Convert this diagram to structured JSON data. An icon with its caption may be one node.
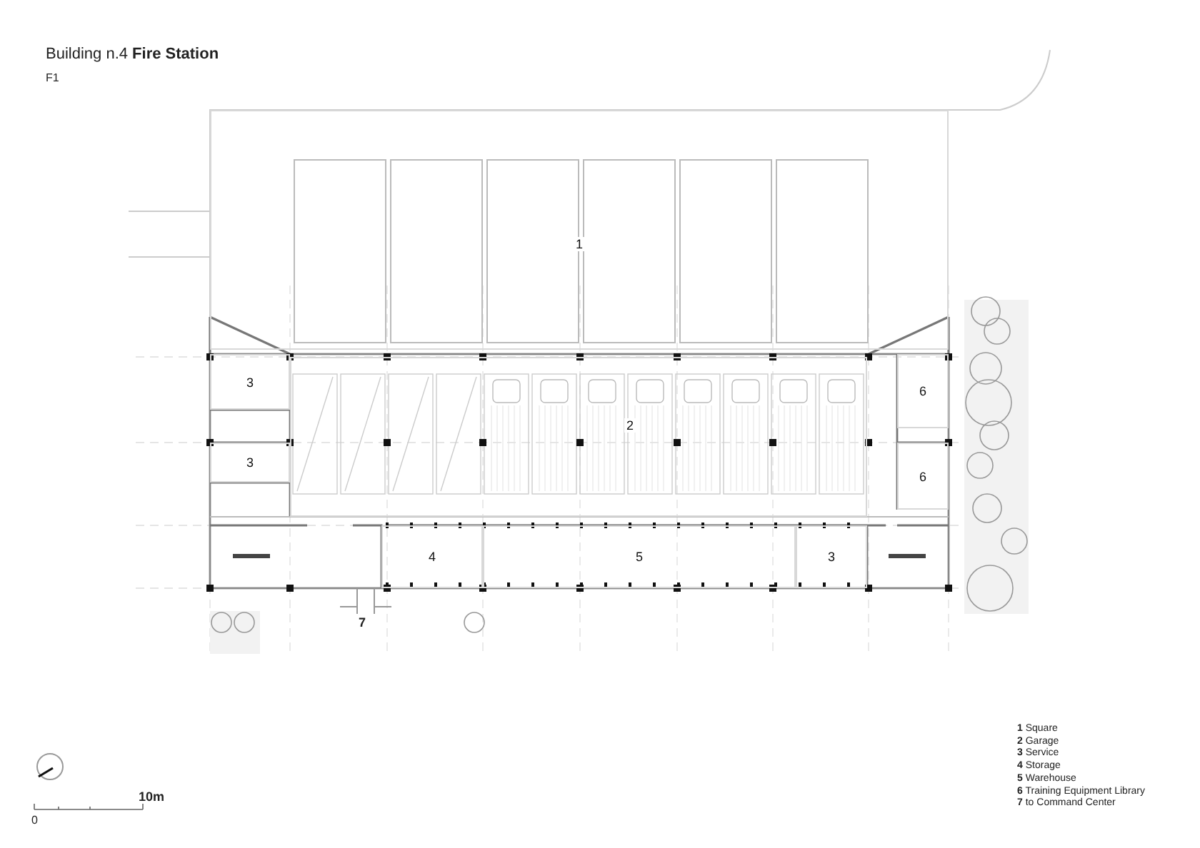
{
  "diagram": {
    "title": "Building n.4 **Fire Station**",
    "nodes": [
      {
        "text": [
          "1"
        ]
      },
      {
        "text": [
          "3"
        ]
      },
      {
        "text": [
          "6"
        ]
      },
      {
        "text": [
          "2"
        ]
      },
      {
        "text": [
          "3"
        ]
      },
      {
        "text": [
          "6"
        ]
      },
      {
        "text": [
          "4"
        ]
      },
      {
        "text": [
          "5"
        ]
      },
      {
        "text": [
          "3"
        ]
      }
    ],
    "labels": [
      "F1",
      "7",
      "10m",
      "0"
    ],
    "legend": [
      {
        "text": "**1** Square"
      },
      {
        "text": "**2** Garage"
      },
      {
        "text": "**3** Service"
      },
      {
        "text": "**4** Storage"
      },
      {
        "text": "**5** Warehouse"
      },
      {
        "text": "**6** Training Equipment Library"
      },
      {
        "text": "**7** to Command Center"
      }
    ]
  }
}
